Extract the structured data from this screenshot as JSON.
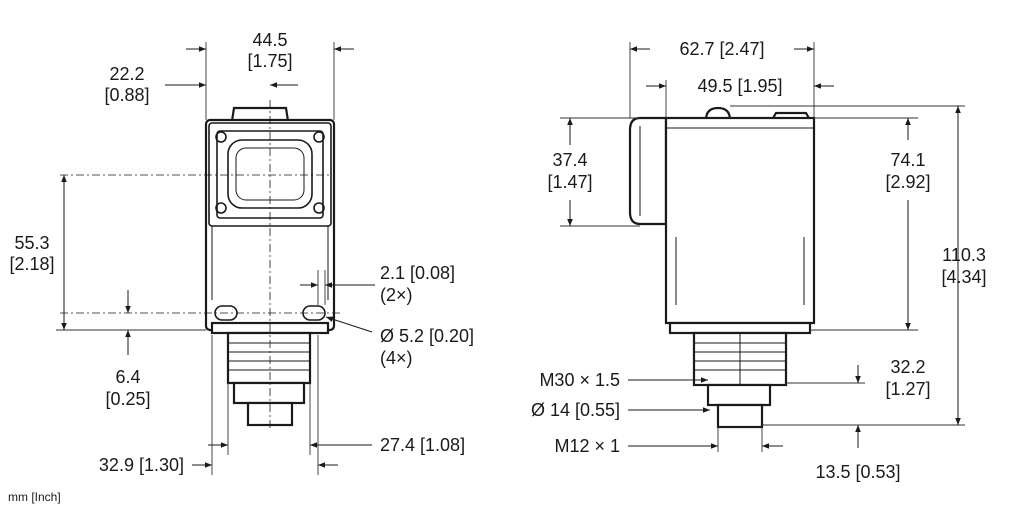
{
  "front_view": {
    "width_overall": {
      "value": "44.5",
      "inch": "[1.75]"
    },
    "half_width": {
      "value": "22.2",
      "inch": "[0.88]"
    },
    "optic_height": {
      "value": "55.3",
      "inch": "[2.18]"
    },
    "hole_offset": {
      "value": "6.4",
      "inch": "[0.25]"
    },
    "slot_width": {
      "value": "2.1 [0.08]",
      "count": "(2×)"
    },
    "hole_diameter": {
      "value": "Ø 5.2 [0.20]",
      "count": "(4×)"
    },
    "bottom_width_outer": {
      "value": "32.9 [1.30]"
    },
    "bottom_width_inner": {
      "value": "27.4 [1.08]"
    }
  },
  "side_view": {
    "depth_overall": {
      "value": "62.7 [2.47]"
    },
    "depth_body": {
      "value": "49.5 [1.95]"
    },
    "lens_height": {
      "value": "37.4",
      "inch": "[1.47]"
    },
    "body_height": {
      "value": "74.1",
      "inch": "[2.92]"
    },
    "total_height": {
      "value": "110.3",
      "inch": "[4.34]"
    },
    "connector_height": {
      "value": "32.2",
      "inch": "[1.27]"
    },
    "thread_main": {
      "value": "M30 × 1.5"
    },
    "nut_diameter": {
      "value": "Ø 14 [0.55]"
    },
    "thread_connector": {
      "value": "M12 × 1"
    },
    "connector_length": {
      "value": "13.5 [0.53]"
    }
  },
  "units_note": "mm [Inch]"
}
